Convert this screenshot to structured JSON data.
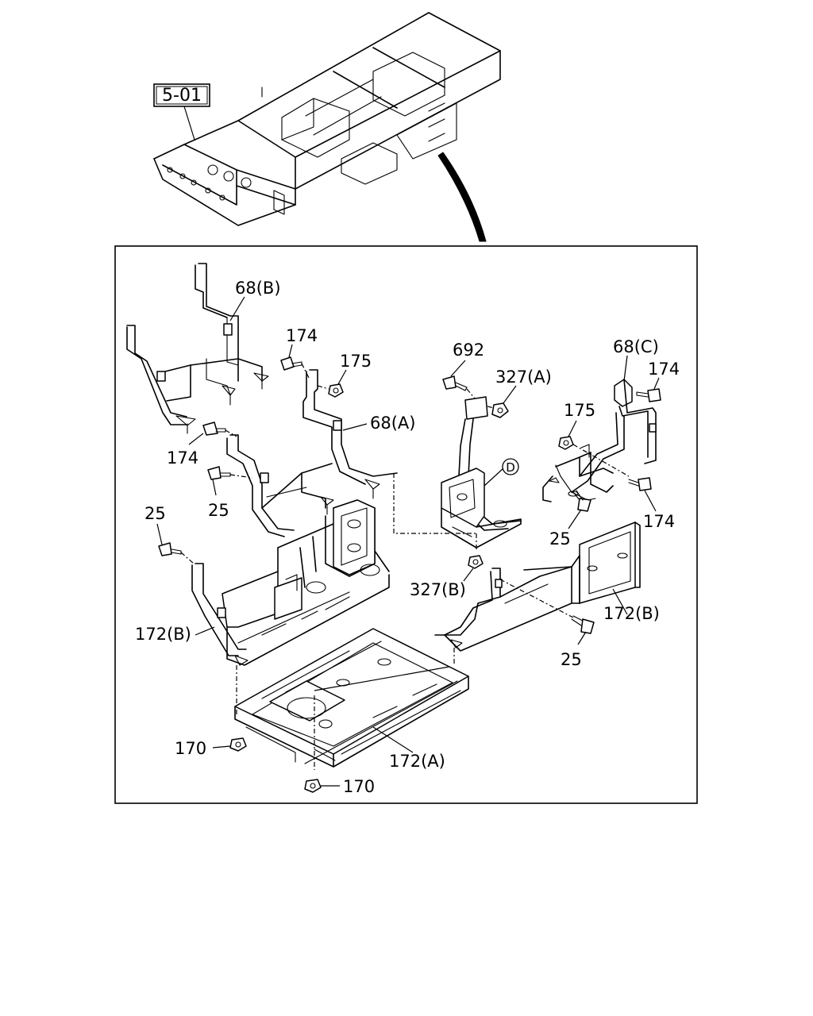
{
  "ref_box": "5-01",
  "detail_marker": "D",
  "callouts": {
    "p68b": "68(B)",
    "p174_a": "174",
    "p175_a": "175",
    "p68a": "68(A)",
    "p174_b": "174",
    "p25_a": "25",
    "p25_b": "25",
    "p692": "692",
    "p327a": "327(A)",
    "p68c": "68(C)",
    "p174_c": "174",
    "p175_b": "175",
    "p174_d": "174",
    "p25_c": "25",
    "p327b": "327(B)",
    "p172b_left": "172(B)",
    "p172b_right": "172(B)",
    "p25_d": "25",
    "p170_a": "170",
    "p172a": "172(A)",
    "p170_b": "170"
  }
}
